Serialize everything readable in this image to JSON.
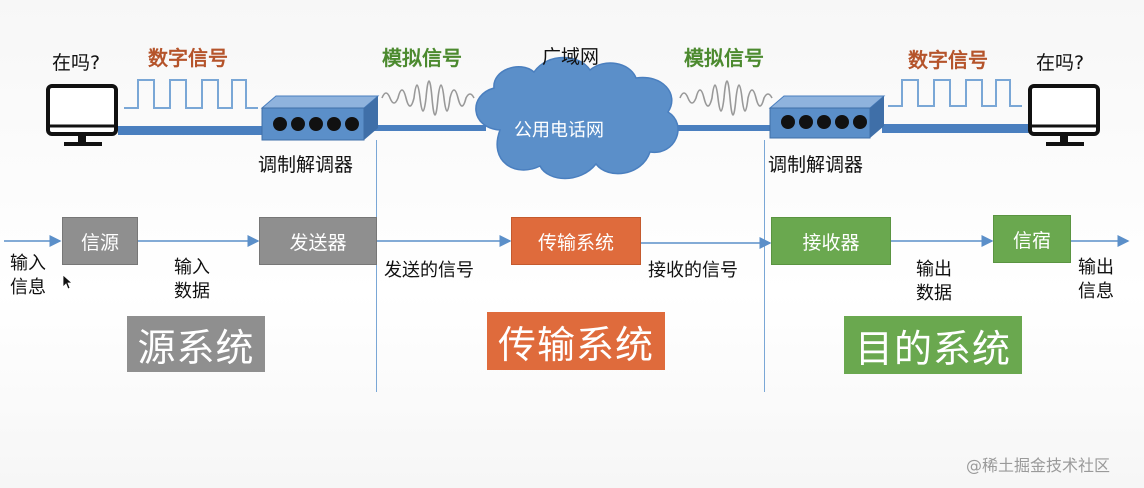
{
  "top": {
    "left_question": "在吗?",
    "right_question": "在吗?",
    "digital_left": "数字信号",
    "digital_right": "数字信号",
    "analog_left": "模拟信号",
    "analog_right": "模拟信号",
    "wan_label": "广域网",
    "cloud_label": "公用电话网",
    "modem_left": "调制解调器",
    "modem_right": "调制解调器"
  },
  "flow": {
    "input_info": [
      "输入",
      "信息"
    ],
    "input_data": [
      "输入",
      "数据"
    ],
    "source": "信源",
    "transmitter": "发送器",
    "sent_signal": "发送的信号",
    "transmission": "传输系统",
    "received_signal": "接收的信号",
    "receiver": "接收器",
    "output_data": [
      "输出",
      "数据"
    ],
    "destination": "信宿",
    "output_info": [
      "输出",
      "信息"
    ]
  },
  "systems": {
    "source_system": "源系统",
    "transmission_system": "传输系统",
    "destination_system": "目的系统"
  },
  "watermark": "@稀土掘金技术社区",
  "colors": {
    "gray": "#8f8f8f",
    "orange": "#df6b3c",
    "green": "#6aa84f",
    "cable": "#4a7fbf",
    "cloud": "#5b8fc9"
  }
}
